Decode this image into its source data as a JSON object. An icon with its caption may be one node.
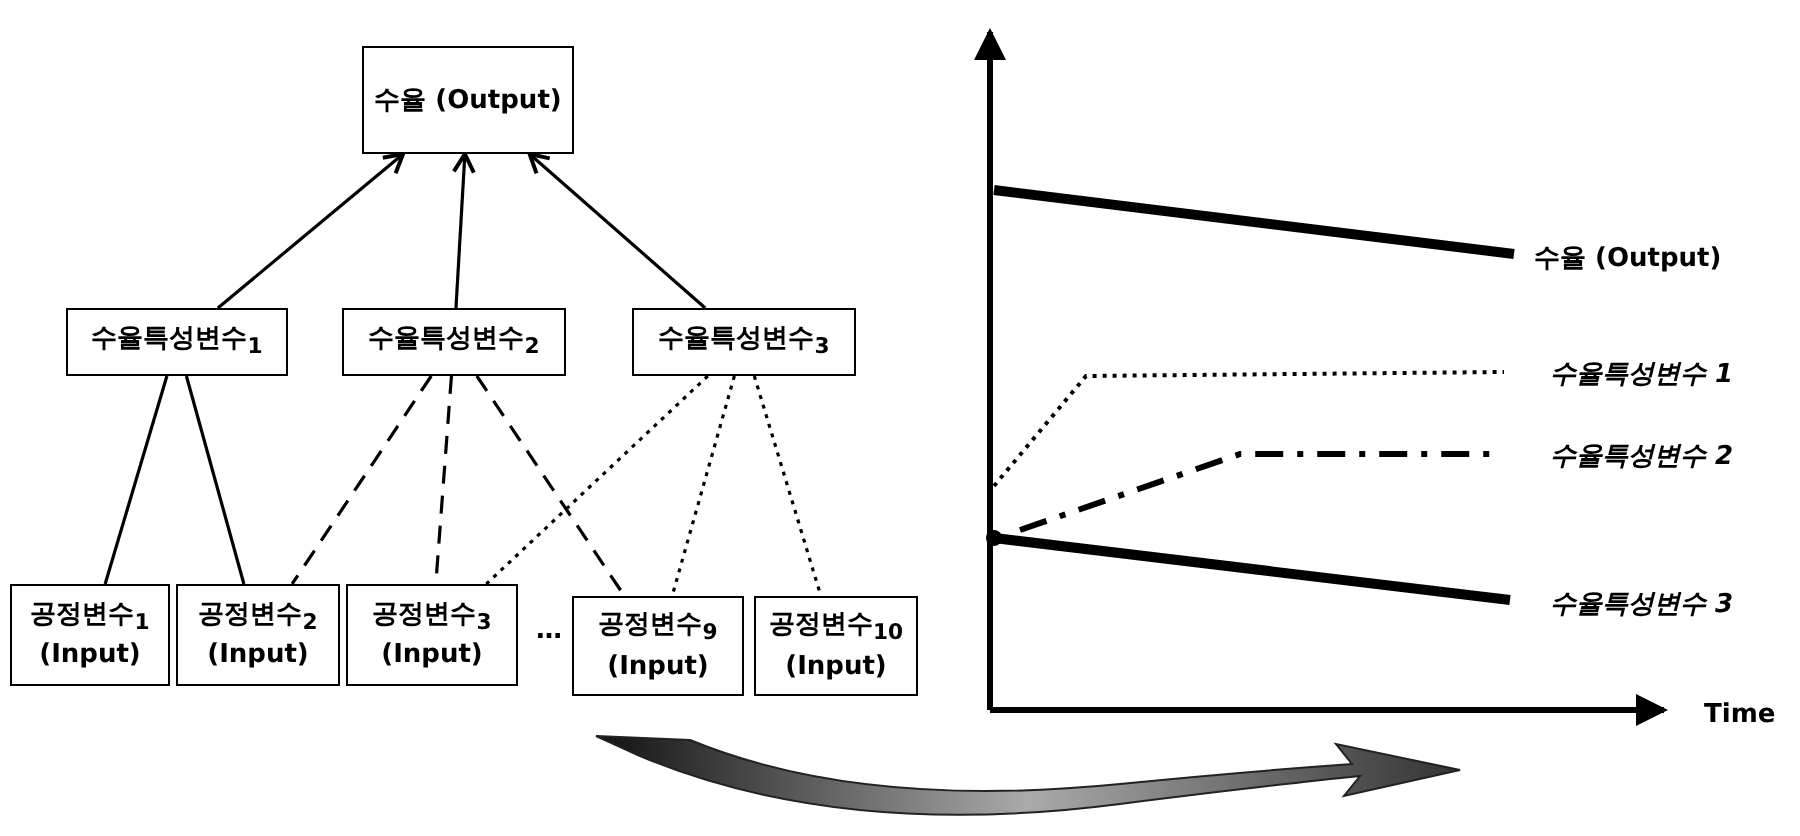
{
  "diagram": {
    "nodes": [
      {
        "text": [
          "수율 (Output)"
        ]
      },
      {
        "text": [
          "수율특성변수$_{1}$"
        ]
      },
      {
        "text": [
          "수율특성변수$_{2}$"
        ]
      },
      {
        "text": [
          "수율특성변수$_{3}$"
        ]
      },
      {
        "text": [
          "공정변수$_{1}$ (Input)"
        ]
      },
      {
        "text": [
          "공정변수$_{2}$ (Input)"
        ]
      },
      {
        "text": [
          "공정변수$_{3}$ (Input)"
        ]
      },
      {
        "text": [
          "공정변수$_{9}$ (Input)"
        ]
      },
      {
        "text": [
          "공정변수$_{10}$ (Input)"
        ]
      }
    ],
    "edges": [
      {
        "from": 1,
        "to": 0,
        "arrow": "to"
      },
      {
        "from": 2,
        "to": 0,
        "arrow": "to"
      },
      {
        "from": 3,
        "to": 0,
        "arrow": "to"
      },
      {
        "from": 1,
        "to": 4,
        "arrow": "none"
      },
      {
        "from": 1,
        "to": 5,
        "arrow": "none"
      },
      {
        "from": 2,
        "to": 5,
        "arrow": "none",
        "style": "dashed"
      },
      {
        "from": 2,
        "to": 6,
        "arrow": "none",
        "style": "dashed"
      },
      {
        "from": 2,
        "to": 7,
        "arrow": "none",
        "style": "dashed"
      },
      {
        "from": 3,
        "to": 6,
        "arrow": "none",
        "style": "dashed"
      },
      {
        "from": 3,
        "to": 7,
        "arrow": "none",
        "style": "dashed"
      },
      {
        "from": 3,
        "to": 8,
        "arrow": "none",
        "style": "dashed"
      }
    ],
    "labels": [
      "…",
      "수율 (Output)",
      "수율특성변수 1",
      "수율특성변수 2",
      "수율특성변수 3",
      "Time"
    ]
  }
}
